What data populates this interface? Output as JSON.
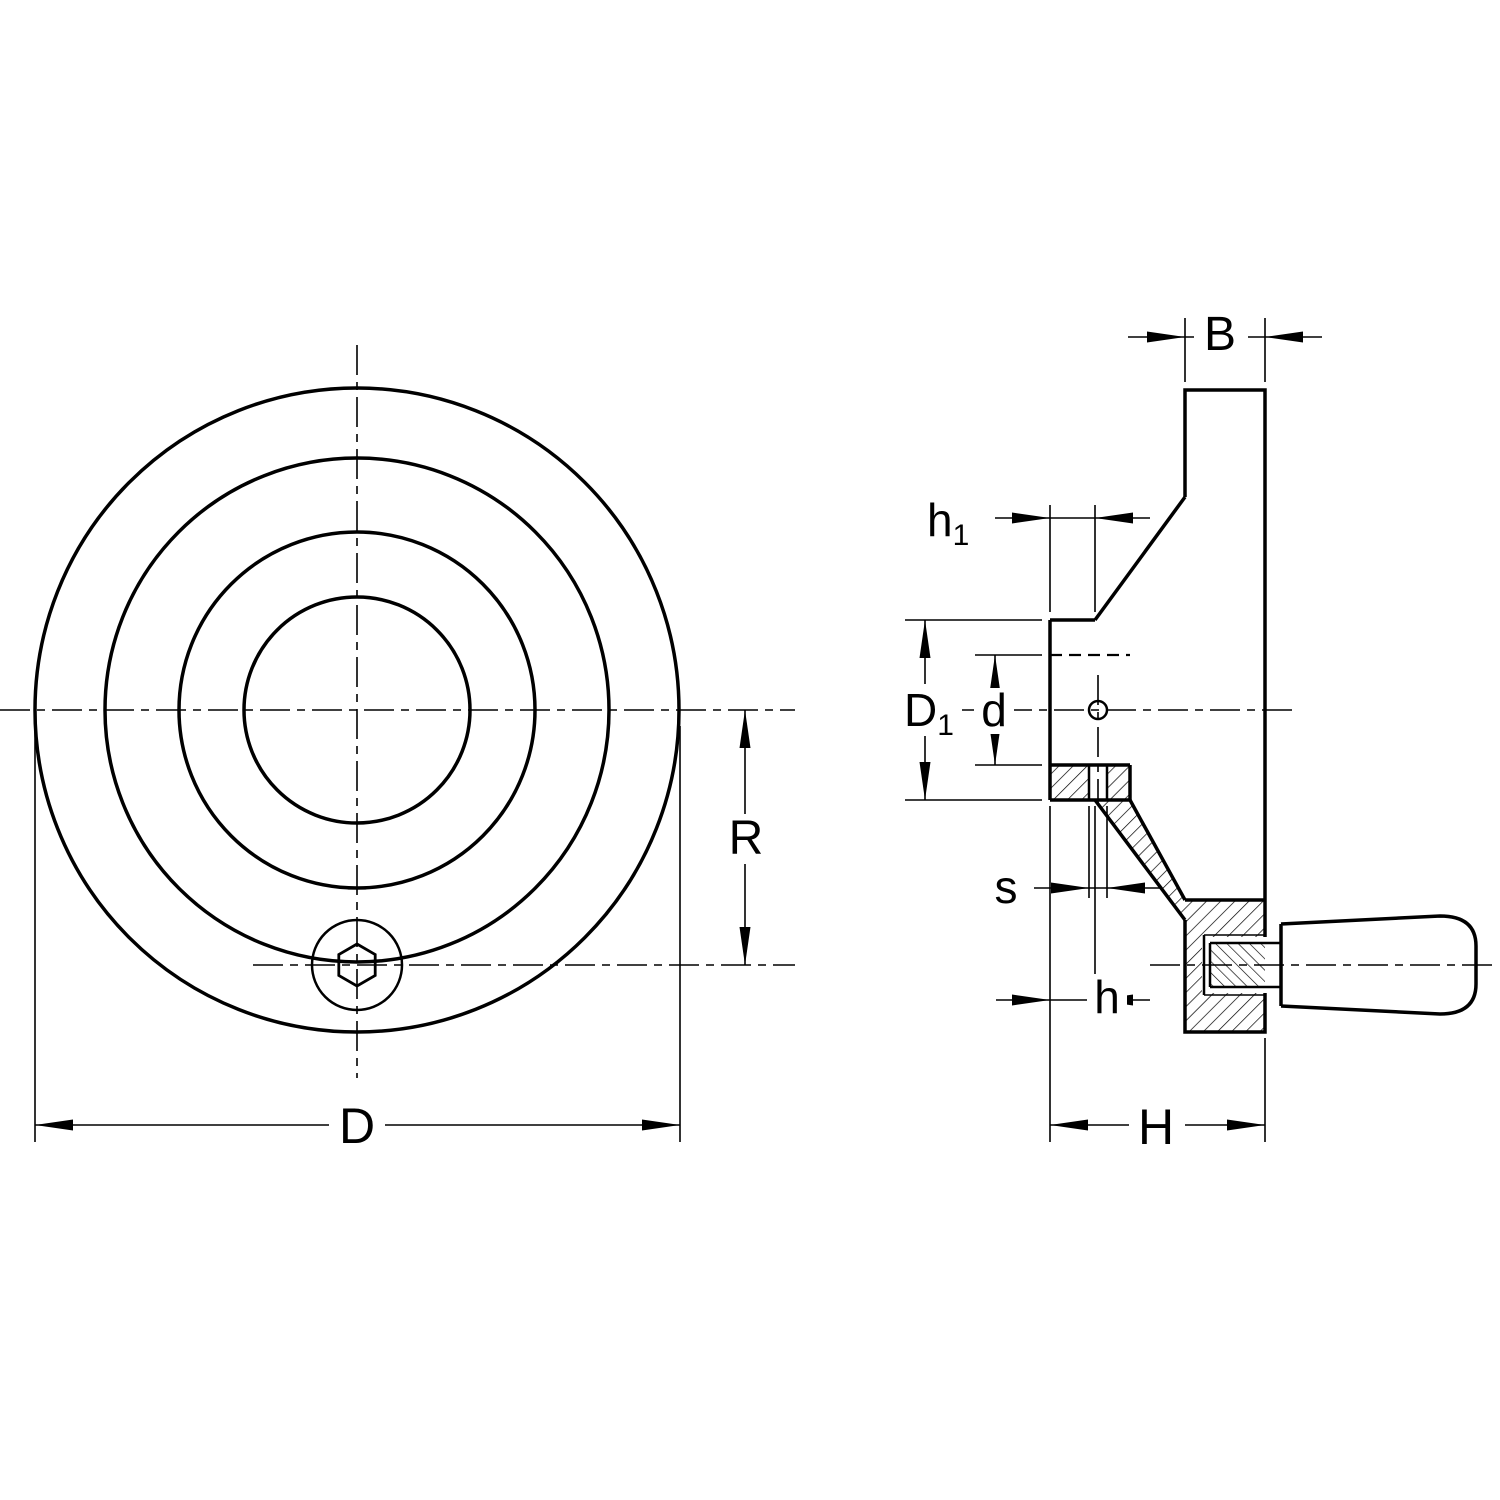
{
  "drawing": {
    "kind": "technical-drawing",
    "views": {
      "front": "front-view",
      "side": "side-section-view"
    }
  },
  "dimensions": {
    "front": {
      "D": "D",
      "R": "R"
    },
    "side": {
      "B": "B",
      "h1": {
        "base": "h",
        "sub": "1"
      },
      "D1": {
        "base": "D",
        "sub": "1"
      },
      "d": "d",
      "s": "s",
      "h": "h",
      "H": "H"
    }
  },
  "colors": {
    "line": "#000000",
    "background": "#ffffff"
  }
}
